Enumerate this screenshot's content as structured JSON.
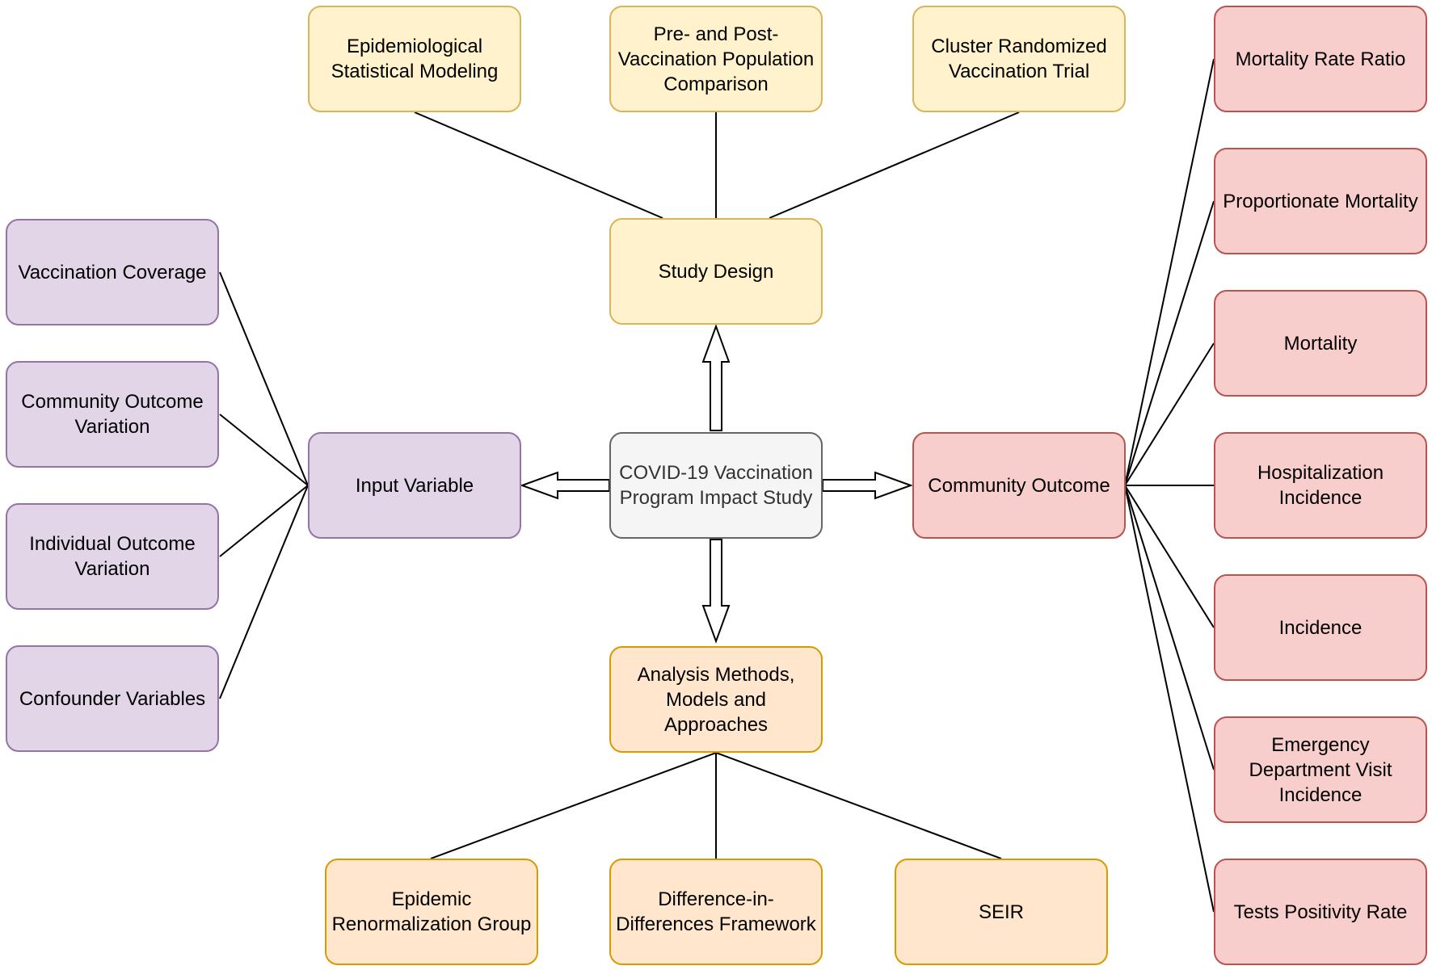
{
  "central": {
    "label": "COVID-19 Vaccination Program Impact Study"
  },
  "study_design": {
    "label": "Study Design",
    "children": [
      "Epidemiological Statistical Modeling",
      "Pre- and Post-Vaccination Population Comparison",
      "Cluster Randomized Vaccination Trial"
    ]
  },
  "analysis": {
    "label": "Analysis Methods, Models and Approaches",
    "children": [
      "Epidemic Renormalization Group",
      "Difference-in-Differences Framework",
      "SEIR"
    ]
  },
  "input_variable": {
    "label": "Input Variable",
    "children": [
      "Vaccination Coverage",
      "Community Outcome Variation",
      "Individual Outcome Variation",
      "Confounder Variables"
    ]
  },
  "community_outcome": {
    "label": "Community Outcome",
    "children": [
      "Mortality Rate Ratio",
      "Proportionate Mortality",
      "Mortality",
      "Hospitalization Incidence",
      "Incidence",
      "Emergency Department Visit Incidence",
      "Tests Positivity Rate"
    ]
  },
  "colors": {
    "central_fill": "#f5f5f5",
    "central_stroke": "#666666",
    "design_fill": "#fff2cc",
    "design_stroke": "#d6b656",
    "analysis_fill": "#ffe6cc",
    "analysis_stroke": "#d79b00",
    "input_fill": "#e1d5e7",
    "input_stroke": "#9673a6",
    "outcome_fill": "#f8cecc",
    "outcome_stroke": "#b85450"
  }
}
